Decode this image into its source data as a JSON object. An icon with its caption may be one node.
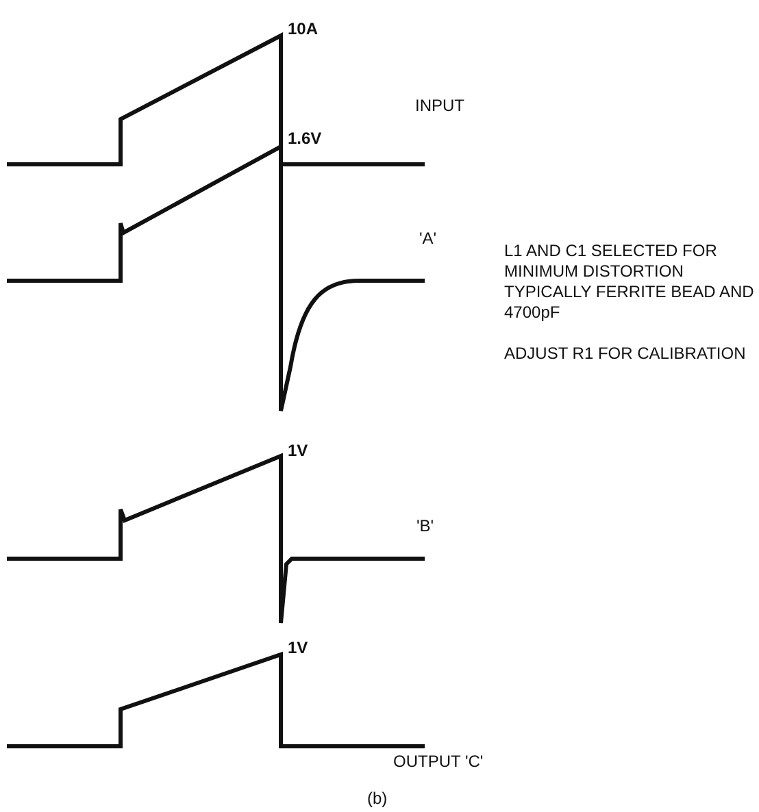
{
  "diagram": {
    "caption": "(b)",
    "labels": [
      "10A",
      "INPUT",
      "1.6V",
      "'A'",
      "L1 AND C1 SELECTED FOR MINIMUM DISTORTION TYPICALLY FERRITE BEAD AND 4700pF",
      "ADJUST R1 FOR CALIBRATION",
      "1V",
      "'B'",
      "1V",
      "OUTPUT 'C'"
    ]
  }
}
